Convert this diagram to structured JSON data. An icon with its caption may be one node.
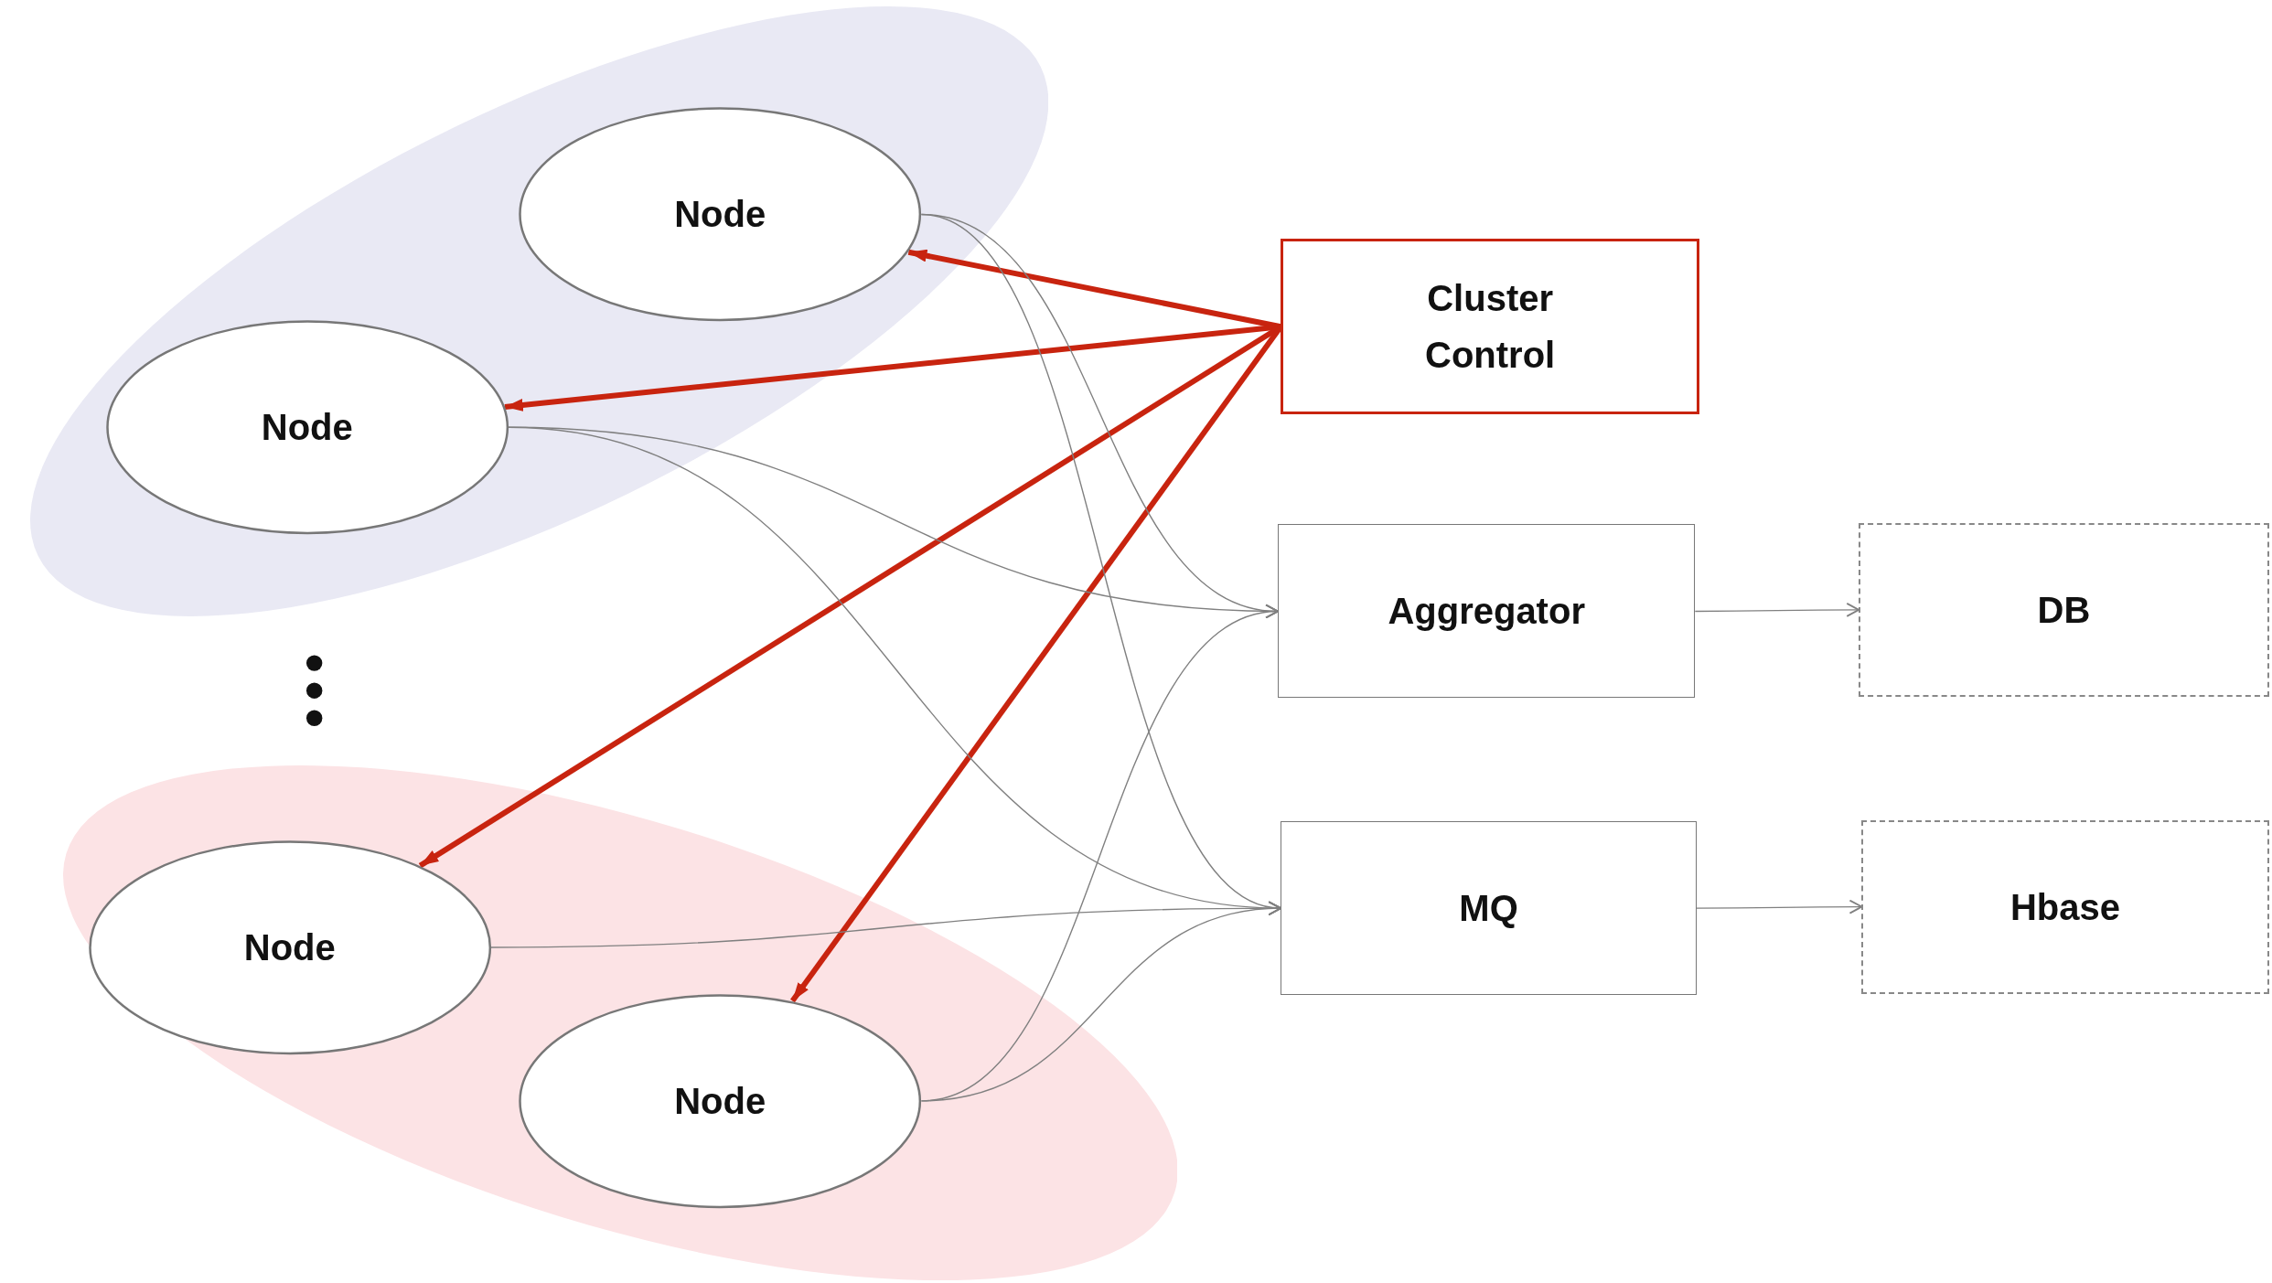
{
  "diagram": {
    "nodes": [
      {
        "text": [],
        "shape": "ellipse"
      },
      {
        "text": [
          "Node"
        ],
        "in": 0
      },
      {
        "text": [
          "Node"
        ],
        "in": 0
      },
      {
        "text": [
          "Cluster Control"
        ]
      },
      {
        "text": [
          "Aggregator"
        ]
      },
      {
        "text": [
          "DB"
        ]
      },
      {
        "text": [],
        "shape": "ellipse"
      },
      {
        "text": [
          "Node"
        ],
        "in": 6
      },
      {
        "text": [
          "Node"
        ],
        "in": 6
      },
      {
        "text": [
          "MQ"
        ]
      },
      {
        "text": [
          "Hbase"
        ]
      }
    ],
    "edges": [
      {
        "from": 3,
        "to": 1,
        "arrow": "to",
        "style": "thick",
        "color": "#c8240f"
      },
      {
        "from": 3,
        "to": 2,
        "arrow": "to",
        "style": "thick",
        "color": "#c8240f"
      },
      {
        "from": 3,
        "to": 7,
        "arrow": "to",
        "style": "thick",
        "color": "#c8240f"
      },
      {
        "from": 3,
        "to": 8,
        "arrow": "to",
        "style": "thick",
        "color": "#c8240f"
      },
      {
        "from": 1,
        "to": 4,
        "arrow": "to"
      },
      {
        "from": 1,
        "to": 9,
        "arrow": "to"
      },
      {
        "from": 2,
        "to": 4,
        "arrow": "to"
      },
      {
        "from": 2,
        "to": 9,
        "arrow": "to"
      },
      {
        "from": 7,
        "to": 9,
        "arrow": "to"
      },
      {
        "from": 8,
        "to": 4,
        "arrow": "to"
      },
      {
        "from": 8,
        "to": 9,
        "arrow": "to"
      },
      {
        "from": 4,
        "to": 5,
        "arrow": "to"
      },
      {
        "from": 9,
        "to": 10,
        "arrow": "to"
      }
    ]
  }
}
